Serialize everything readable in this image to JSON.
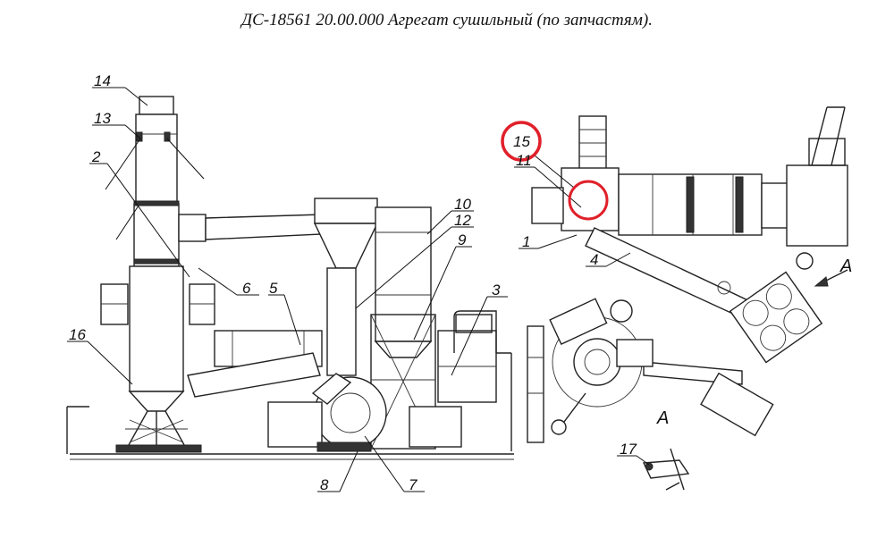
{
  "title": "ДС-18561 20.00.000  Агрегат сушильный (по запчастям).",
  "highlight_color": "#e0202a",
  "callouts": [
    "14",
    "13",
    "2",
    "16",
    "6",
    "5",
    "10",
    "12",
    "9",
    "3",
    "8",
    "7",
    "15",
    "11",
    "1",
    "4",
    "17"
  ],
  "view_labels": [
    "А",
    "А"
  ]
}
